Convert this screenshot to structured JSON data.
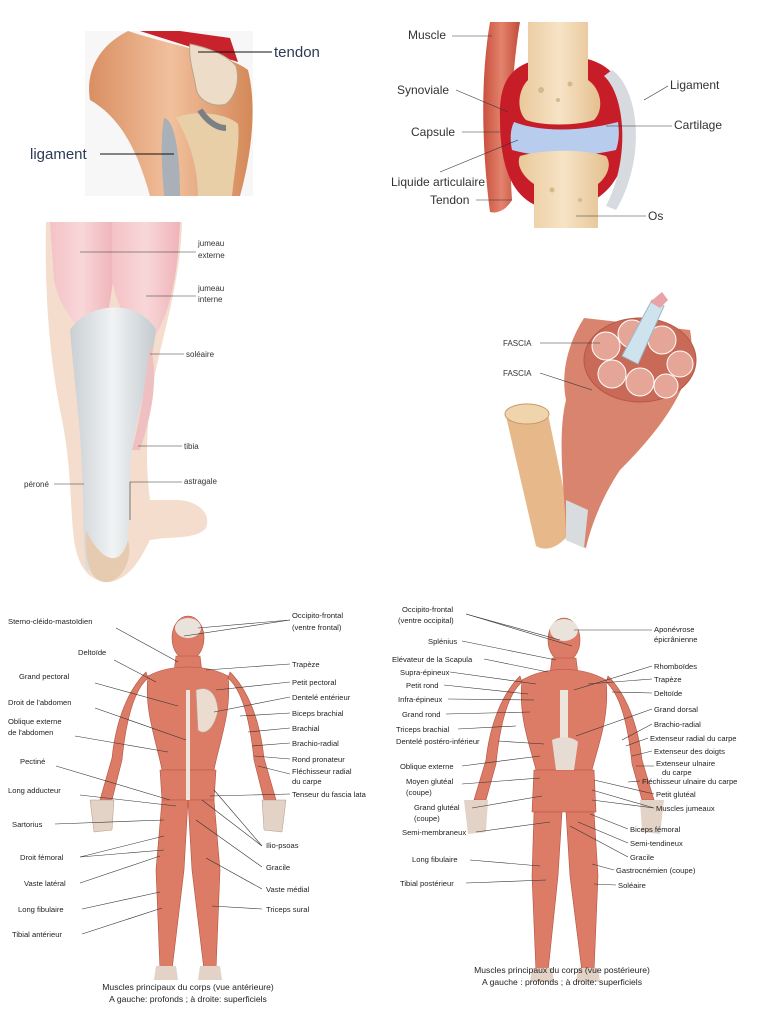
{
  "knee": {
    "tendon": "tendon",
    "ligament": "ligament"
  },
  "joint": {
    "labels": [
      "Muscle",
      "Synoviale",
      "Capsule",
      "Liquide articulaire",
      "Tendon",
      "Ligament",
      "Cartilage",
      "Os"
    ]
  },
  "leg": {
    "labels": [
      "jumeau externe",
      "jumeau interne",
      "soléaire",
      "tibia",
      "péroné",
      "astragale"
    ],
    "jumeau_ext_1": "jumeau",
    "jumeau_ext_2": "externe",
    "jumeau_int_1": "jumeau",
    "jumeau_int_2": "interne",
    "soleaire": "soléaire",
    "tibia": "tibia",
    "perone": "péroné",
    "astragale": "astragale"
  },
  "muscle": {
    "fascia_1": "FASCIA",
    "fascia_2": "FASCIA"
  },
  "anterior": {
    "left": [
      "Sterno-cléido-mastoïdien",
      "Deltoïde",
      "Grand pectoral",
      "Droit de l'abdomen",
      "Oblique externe",
      "de l'abdomen",
      "Pectiné",
      "Long adducteur",
      "Sartorius",
      "Droit fémoral",
      "Vaste latéral",
      "Long fibulaire",
      "Tibial antérieur"
    ],
    "right": [
      "Occipito-frontal",
      "(ventre frontal)",
      "Trapèze",
      "Petit pectoral",
      "Dentelé entérieur",
      "Biceps brachial",
      "Brachial",
      "Brachio-radial",
      "Rond pronateur",
      "Fléchisseur radial",
      "du carpe",
      "Tenseur du fascia lata",
      "Ilio-psoas",
      "Gracile",
      "Vaste médial",
      "Triceps sural"
    ],
    "caption_1": "Muscles principaux du corps (vue antérieure)",
    "caption_2": "A gauche: profonds ; à droite: superficiels"
  },
  "posterior": {
    "left": [
      "Occipito-frontal",
      "(ventre occipital)",
      "Splénius",
      "Elévateur de la Scapula",
      "Supra-épineux",
      "Petit rond",
      "Infra-épineux",
      "Grand rond",
      "Triceps brachial",
      "Dentelé postéro-inférieur",
      "Oblique externe",
      "Moyen glutéal",
      "(coupe)",
      "Grand glutéal",
      "(coupe)",
      "Semi-membraneux",
      "Long fibulaire",
      "Tibial postérieur"
    ],
    "right": [
      "Aponévrose",
      "épicrânienne",
      "Rhomboïdes",
      "Trapèze",
      "Deltoïde",
      "Grand dorsal",
      "Brachio-radial",
      "Extenseur radial du carpe",
      "Extenseur des doigts",
      "Extenseur ulnaire",
      "du carpe",
      "Fléchisseur ulnaire du carpe",
      "Petit glutéal",
      "Muscles jumeaux",
      "Biceps fémoral",
      "Semi-tendineux",
      "Gracile",
      "Gastrocnémien (coupe)",
      "Soléaire"
    ],
    "caption_1": "Muscles principaux du corps (vue postérieure)",
    "caption_2": "A gauche : profonds ; à droite: superficiels"
  },
  "colors": {
    "muscle": "#d9745f",
    "muscle_light": "#eea594",
    "tendon": "#dfe3e6",
    "bone": "#f1d9b1",
    "skin": "#e9b48c",
    "cartilage": "#b9cdee",
    "capsule_red": "#b4121a"
  }
}
